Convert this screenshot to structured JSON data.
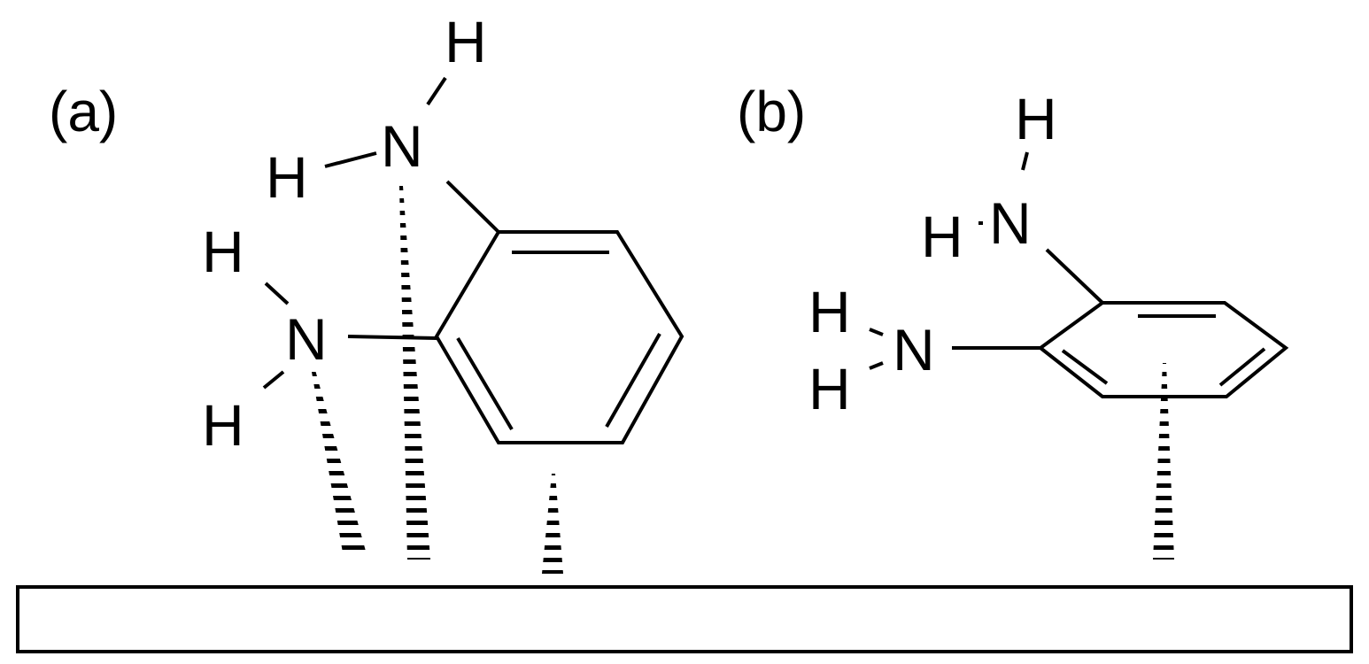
{
  "panels": [
    {
      "label": "(a)",
      "atoms": {
        "h_top": "H",
        "n_upper": "N",
        "h_upper_left": "H",
        "h_mid": "H",
        "n_lower": "N",
        "h_lower": "H"
      }
    },
    {
      "label": "(b)",
      "atoms": {
        "h_top": "H",
        "h_upper_left": "H",
        "n_upper": "N",
        "h_lower_1": "H",
        "n_lower": "N",
        "h_lower_2": "H"
      }
    }
  ],
  "colors": {
    "stroke": "#000000",
    "background": "#ffffff"
  }
}
